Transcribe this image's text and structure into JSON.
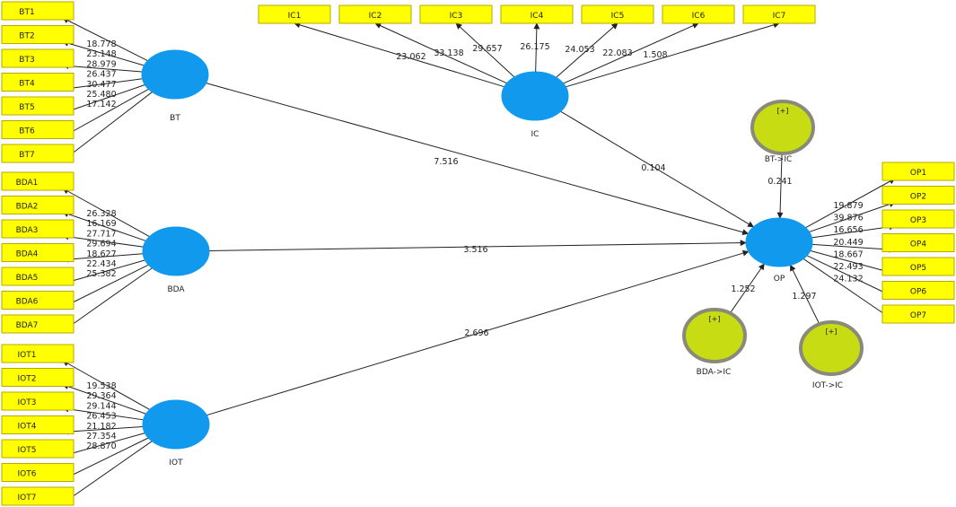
{
  "colors": {
    "indicator_fill": "#ffff00",
    "indicator_border": "#b8a800",
    "latent_fill": "#1199ee",
    "moderator_fill": "#c8dc14",
    "moderator_border": "#8a8a7a",
    "arrow": "#222222"
  },
  "latent_variables": [
    {
      "id": "BT",
      "label": "BT",
      "type": "construct"
    },
    {
      "id": "BDA",
      "label": "BDA",
      "type": "construct"
    },
    {
      "id": "IOT",
      "label": "IOT",
      "type": "construct"
    },
    {
      "id": "IC",
      "label": "IC",
      "type": "construct"
    },
    {
      "id": "OP",
      "label": "OP",
      "type": "construct"
    },
    {
      "id": "BTxIC",
      "label": "BT->IC",
      "type": "moderator",
      "badge": "[+]"
    },
    {
      "id": "BDAxIC",
      "label": "BDA->IC",
      "type": "moderator",
      "badge": "[+]"
    },
    {
      "id": "IOTxIC",
      "label": "IOT->IC",
      "type": "moderator",
      "badge": "[+]"
    }
  ],
  "indicators": {
    "BT": {
      "items": [
        "BT1",
        "BT2",
        "BT3",
        "BT4",
        "BT5",
        "BT6",
        "BT7"
      ],
      "values": [
        "18.778",
        "23.148",
        "28.979",
        "26.437",
        "30.477",
        "25.480",
        "17.142"
      ]
    },
    "BDA": {
      "items": [
        "BDA1",
        "BDA2",
        "BDA3",
        "BDA4",
        "BDA5",
        "BDA6",
        "BDA7"
      ],
      "values": [
        "26.328",
        "16.169",
        "27.717",
        "29.694",
        "18.627",
        "22.434",
        "25.382"
      ]
    },
    "IOT": {
      "items": [
        "IOT1",
        "IOT2",
        "IOT3",
        "IOT4",
        "IOT5",
        "IOT6",
        "IOT7"
      ],
      "values": [
        "19.538",
        "29.364",
        "29.144",
        "26.453",
        "21.182",
        "27.354",
        "28.870"
      ]
    },
    "IC": {
      "items": [
        "IC1",
        "IC2",
        "IC3",
        "IC4",
        "IC5",
        "IC6",
        "IC7"
      ],
      "values": [
        "23.062",
        "33.138",
        "29.657",
        "26.175",
        "24.053",
        "22.083",
        "1.508"
      ]
    },
    "OP": {
      "items": [
        "OP1",
        "OP2",
        "OP3",
        "OP4",
        "OP5",
        "OP6",
        "OP7"
      ],
      "values": [
        "19.879",
        "39.876",
        "16.656",
        "20.449",
        "18.667",
        "22.493",
        "24.132"
      ]
    }
  },
  "paths": [
    {
      "from": "BT",
      "to": "OP",
      "value": "7.516"
    },
    {
      "from": "BDA",
      "to": "OP",
      "value": "3.516"
    },
    {
      "from": "IOT",
      "to": "OP",
      "value": "2.696"
    },
    {
      "from": "IC",
      "to": "OP",
      "value": "0.104"
    },
    {
      "from": "BTxIC",
      "to": "OP",
      "value": "0.241"
    },
    {
      "from": "BDAxIC",
      "to": "OP",
      "value": "1.252"
    },
    {
      "from": "IOTxIC",
      "to": "OP",
      "value": "1.297"
    }
  ]
}
